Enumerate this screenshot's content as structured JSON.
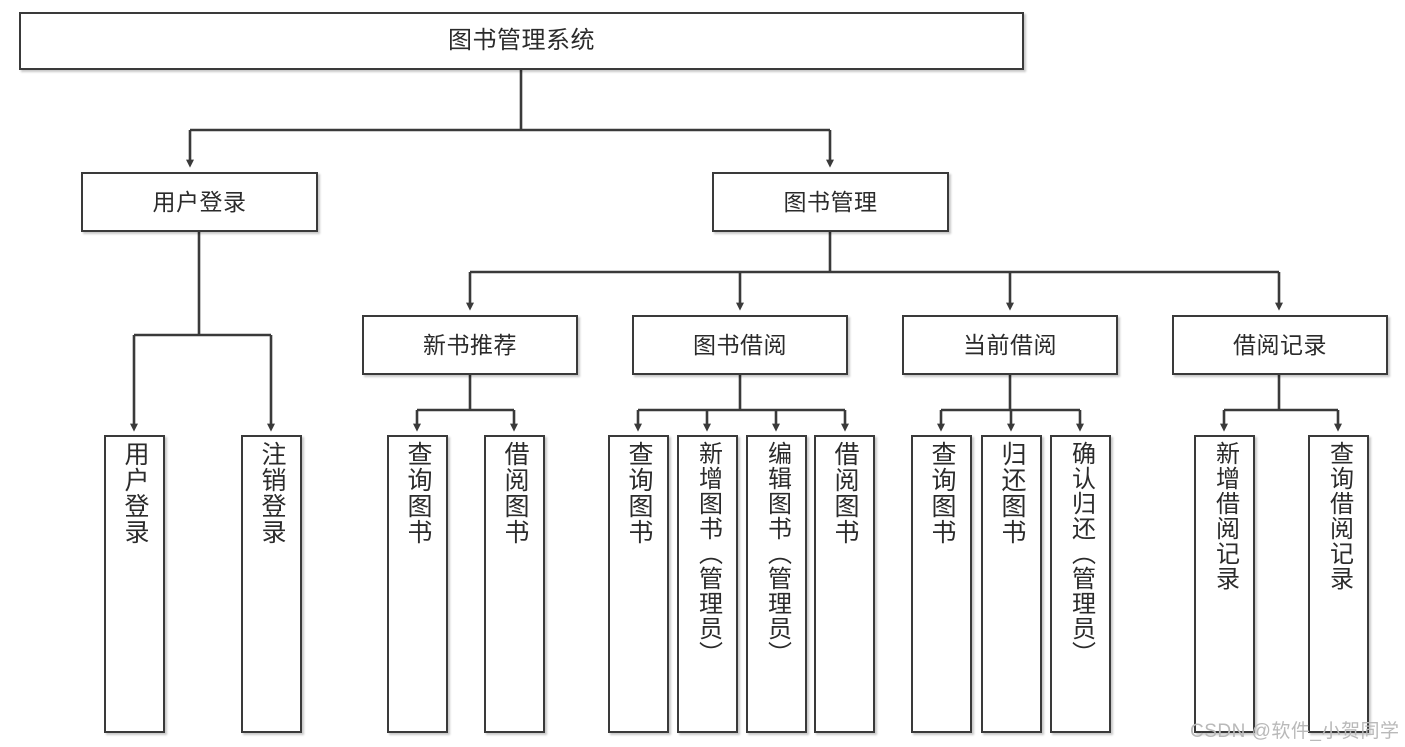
{
  "diagram": {
    "title": "图书管理系统",
    "type": "tree-hierarchy",
    "stroke_color": "#3a3a3a",
    "fill_color": "#ffffff",
    "text_color": "#2b2b2b"
  },
  "root": {
    "label": "图书管理系统"
  },
  "level2": [
    {
      "label": "用户登录"
    },
    {
      "label": "图书管理"
    }
  ],
  "level3": [
    {
      "label": "新书推荐"
    },
    {
      "label": "图书借阅"
    },
    {
      "label": "当前借阅"
    },
    {
      "label": "借阅记录"
    }
  ],
  "leaves": {
    "user_login": [
      {
        "label": "用户登录"
      },
      {
        "label": "注销登录"
      }
    ],
    "new_book_recommend": [
      {
        "label": "查询图书"
      },
      {
        "label": "借阅图书"
      }
    ],
    "book_borrow": [
      {
        "label": "查询图书"
      },
      {
        "label": "新增图书（管理员）"
      },
      {
        "label": "编辑图书（管理员）"
      },
      {
        "label": "借阅图书"
      }
    ],
    "current_borrow": [
      {
        "label": "查询图书"
      },
      {
        "label": "归还图书"
      },
      {
        "label": "确认归还（管理员）"
      }
    ],
    "borrow_record": [
      {
        "label": "新增借阅记录"
      },
      {
        "label": "查询借阅记录"
      }
    ]
  },
  "watermark": {
    "text": "CSDN @软件_小贺同学"
  }
}
